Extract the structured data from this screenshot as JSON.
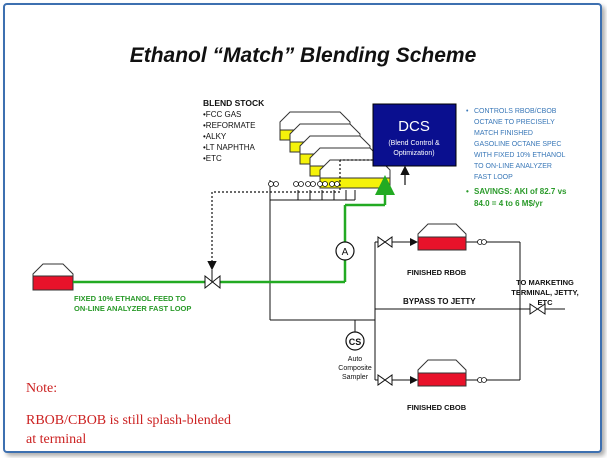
{
  "title": "Ethanol “Match” Blending Scheme",
  "blend_stock": {
    "heading": "BLEND STOCK",
    "items": [
      "•FCC GAS",
      "•REFORMATE",
      "•ALKY",
      "•LT NAPHTHA",
      "•ETC"
    ]
  },
  "dcs": {
    "label": "DCS",
    "sub_line1": "(Blend Control &",
    "sub_line2": "Optimization)",
    "fill_color": "#0a0f8f"
  },
  "controls_note": {
    "bullet": "•",
    "lines": [
      "CONTROLS RBOB/CBOB",
      "OCTANE TO PRECISELY",
      "MATCH FINISHED",
      "GASOLINE OCTANE SPEC",
      "WITH FIXED 10% ETHANOL",
      "TO ON-LINE ANALYZER",
      "FAST LOOP"
    ],
    "color": "#3a78b8"
  },
  "savings": {
    "bullet": "•",
    "line1": "SAVINGS: AKI of 82.7 vs",
    "line2": "84.0 = 4 to 6 M$/yr",
    "color": "#2a9a2a"
  },
  "ethanol_feed": {
    "line1": "FIXED 10% ETHANOL FEED TO",
    "line2": "ON-LINE ANALYZER FAST LOOP",
    "color": "#2a9a2a"
  },
  "analyzer": {
    "symbol": "A"
  },
  "sampler": {
    "symbol": "CS",
    "line1": "Auto",
    "line2": "Composite",
    "line3": "Sampler"
  },
  "finished_rbob": "FINISHED RBOB",
  "finished_cbob": "FINISHED CBOB",
  "bypass": "BYPASS TO JETTY",
  "marketing": {
    "line1": "TO MARKETING",
    "line2": "TERMINAL, JETTY,",
    "line3": "ETC"
  },
  "note": {
    "label": "Note:",
    "line1": "RBOB/CBOB is still splash-blended",
    "line2": "at terminal",
    "color": "#cc2222"
  },
  "colors": {
    "tank_fill": "#e8122a",
    "tank_yellow": "#f5f20a",
    "flow_green": "#22aa22",
    "frame_border": "#3d6fb0"
  }
}
